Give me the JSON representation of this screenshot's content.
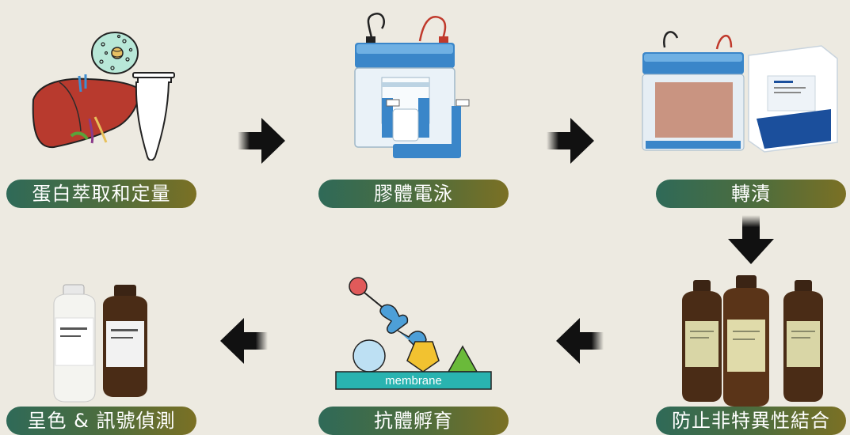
{
  "steps": [
    {
      "id": "protein-extraction",
      "label": "蛋白萃取和定量",
      "art": "liver-cell-tube"
    },
    {
      "id": "gel-electrophoresis",
      "label": "膠體電泳",
      "art": "electrophoresis-tank"
    },
    {
      "id": "transfer",
      "label": "轉漬",
      "art": "transfer-tank-box"
    },
    {
      "id": "blocking",
      "label": "防止非特異性結合",
      "art": "amber-bottles"
    },
    {
      "id": "antibody-incubation",
      "label": "抗體孵育",
      "art": "antibody-membrane"
    },
    {
      "id": "detection",
      "label": "呈色 & 訊號偵測",
      "art": "detection-bottles"
    }
  ],
  "membrane_label": "membrane",
  "colors": {
    "pill_start": "#2f6a58",
    "pill_end": "#7b7024",
    "background": "#edeae1",
    "arrow": "#111111",
    "membrane": "#29b3b0"
  }
}
